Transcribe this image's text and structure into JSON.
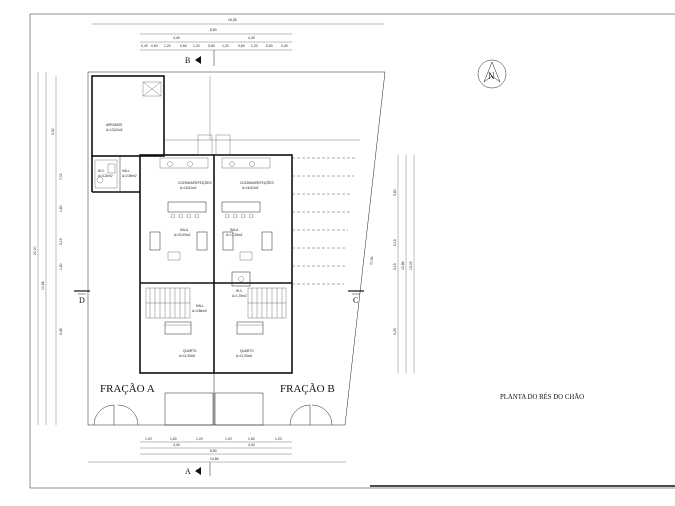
{
  "drawing": {
    "title": "PLANTA DO RÉS DO CHÃO",
    "unit_a": "FRAÇÃO A",
    "unit_b": "FRAÇÃO B",
    "north_label": "N"
  },
  "section_markers": {
    "top": "B",
    "bottom": "A",
    "left": "D",
    "right": "C"
  },
  "rooms": {
    "storage": {
      "name": "ARRUMOS",
      "area": "A=13,02m2"
    },
    "wc_a": {
      "name": "W.C.",
      "area": "A=3,20m2"
    },
    "hall_service": {
      "name": "HALL",
      "area": "A=2,89m2"
    },
    "kitchen_a": {
      "name": "COZINHA/REFEIÇÕES",
      "area": "A=16,52m2"
    },
    "kitchen_b": {
      "name": "COZINHA/REFEIÇÕES",
      "area": "A=16,52m2"
    },
    "living_a": {
      "name": "SALA",
      "area": "A=20,49m2"
    },
    "living_b": {
      "name": "SALA",
      "area": "A=17,28m2"
    },
    "hall_a": {
      "name": "HALL",
      "area": "A=3,86m2"
    },
    "wc_b": {
      "name": "W.C.",
      "area": "A=1,75m2"
    },
    "bedroom_a": {
      "name": "QUARTO",
      "area": "A=11,30m2"
    },
    "bedroom_b": {
      "name": "QUARTO",
      "area": "A=11,30m2"
    }
  },
  "dimensions": {
    "top_total": "16,28",
    "top_sub": "8,80",
    "top_halves": [
      "4,40",
      "4,40"
    ],
    "top_segments": [
      "0,40",
      "0,60",
      "1,20",
      "0,60",
      "1,20",
      "0,60",
      "1,20",
      "0,60",
      "1,20",
      "0,60",
      "0,40"
    ],
    "bottom_segments": [
      "1,20",
      "1,60",
      "1,20",
      "1,20",
      "1,60",
      "1,20"
    ],
    "bottom_halves": [
      "4,40",
      "4,40"
    ],
    "bottom_sub": "8,80",
    "bottom_total": "14,56",
    "left_outer": "20,00",
    "left_mid": "10,84",
    "left_parts": [
      "3,30",
      "7,02",
      "1,80",
      "3,15",
      "1,80",
      "5,45"
    ],
    "right_outer": "13,05",
    "right_mid": "12,86",
    "right_parts": [
      "3,80",
      "2,15",
      "3,15",
      "5,25"
    ],
    "diagonal": "21,94"
  }
}
